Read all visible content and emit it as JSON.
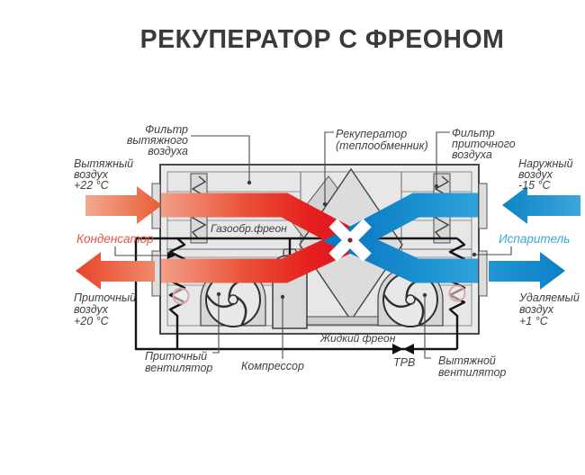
{
  "title": "РЕКУПЕРАТОР С ФРЕОНОМ",
  "labels": {
    "filter_exhaust": {
      "l1": "Фильтр",
      "l2": "вытяжного",
      "l3": "воздуха"
    },
    "recuperator": {
      "l1": "Рекуператор",
      "l2": "(теплообменник)"
    },
    "filter_supply": {
      "l1": "Фильтр",
      "l2": "приточного",
      "l3": "воздуха"
    },
    "exhaust_air": {
      "l1": "Вытяжный",
      "l2": "воздух",
      "l3": "+22 °C"
    },
    "outdoor_air": {
      "l1": "Наружный",
      "l2": "воздух",
      "l3": "-15 °C"
    },
    "condenser": "Конденсатор",
    "evaporator": "Испаритель",
    "gas_freon": "Газообр.фреон",
    "supply_air": {
      "l1": "Приточный",
      "l2": "воздух",
      "l3": "+20 °C"
    },
    "removed_air": {
      "l1": "Удаляемый",
      "l2": "воздух",
      "l3": "+1 °C"
    },
    "supply_fan": {
      "l1": "Приточный",
      "l2": "вентилятор"
    },
    "compressor": "Компрессор",
    "liquid_freon": "Жидкий фреон",
    "trv": "ТРВ",
    "exhaust_fan": {
      "l1": "Вытяжной",
      "l2": "вентилятор"
    }
  },
  "colors": {
    "hot": "#e4121b",
    "hot_light": "#f2a088",
    "cold": "#0b7ac2",
    "cold_light": "#3aa7db",
    "condenser_text": "#e45240",
    "evaporator_text": "#3ba6da",
    "casing_fill": "#ebebeb",
    "outline": "#4a4a4a",
    "pipe": "#141414"
  }
}
